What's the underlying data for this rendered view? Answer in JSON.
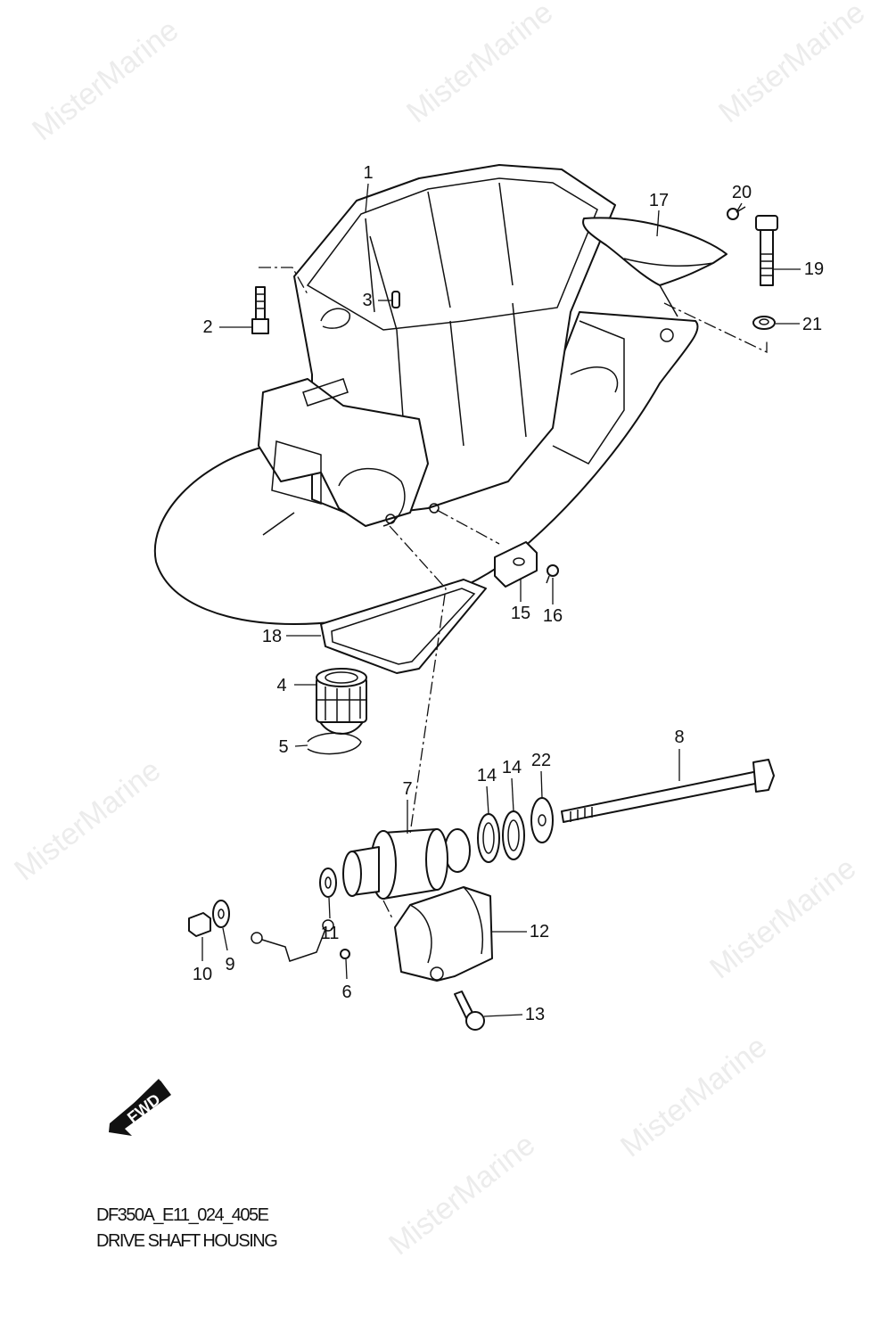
{
  "watermark": "MisterMarine",
  "diagram": {
    "code": "DF350A_E11_024_405E",
    "title": "DRIVE SHAFT HOUSING",
    "fwd_label": "FWD",
    "callouts": [
      "1",
      "2",
      "3",
      "17",
      "20",
      "19",
      "21",
      "15",
      "16",
      "18",
      "4",
      "5",
      "7",
      "8",
      "14",
      "14",
      "22",
      "12",
      "11",
      "10",
      "9",
      "6",
      "13"
    ]
  }
}
